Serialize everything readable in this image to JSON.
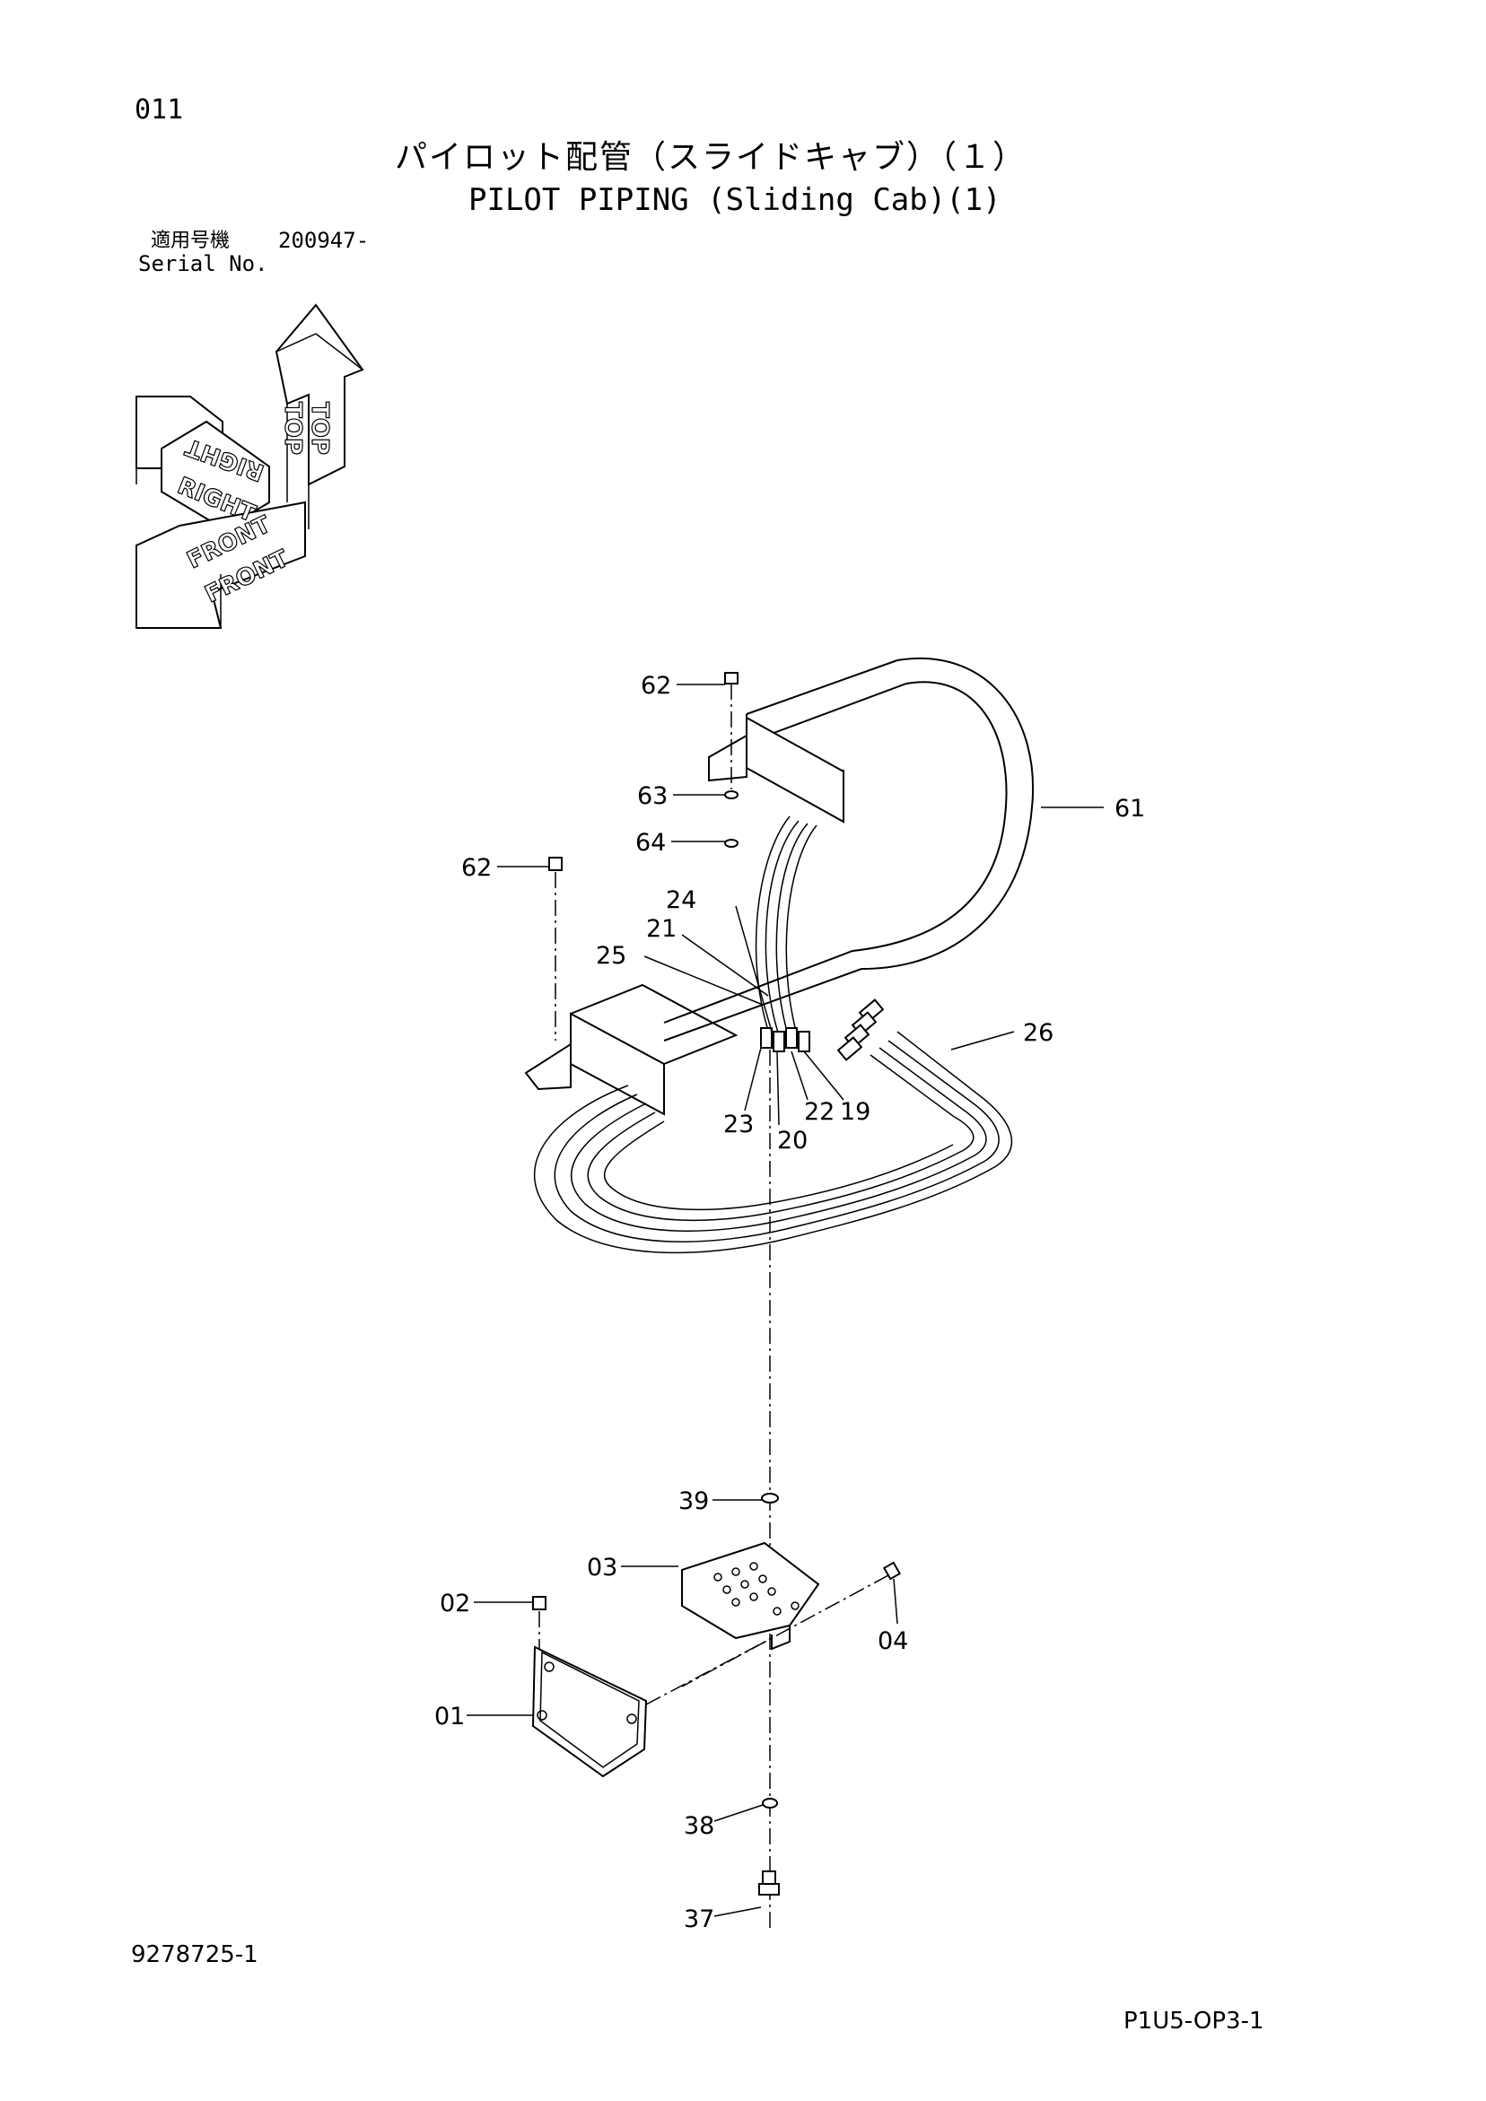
{
  "header": {
    "page_no": "011",
    "title_jp": "パイロット配管（スライドキャブ）（１）",
    "title_en": "PILOT PIPING (Sliding Cab)(1)",
    "serial_label_jp": "適用号機",
    "serial_value": "200947-",
    "serial_label_en": "Serial No."
  },
  "orientation": {
    "top": "TOP",
    "right": "RIGHT",
    "front": "FRONT"
  },
  "callouts": [
    "62",
    "63",
    "64",
    "62",
    "61",
    "24",
    "21",
    "25",
    "26",
    "23",
    "20",
    "22",
    "19",
    "39",
    "03",
    "02",
    "04",
    "01",
    "38",
    "37"
  ],
  "footer": {
    "drawing_no": "9278725-1",
    "page_code": "P1U5-OP3-1"
  }
}
